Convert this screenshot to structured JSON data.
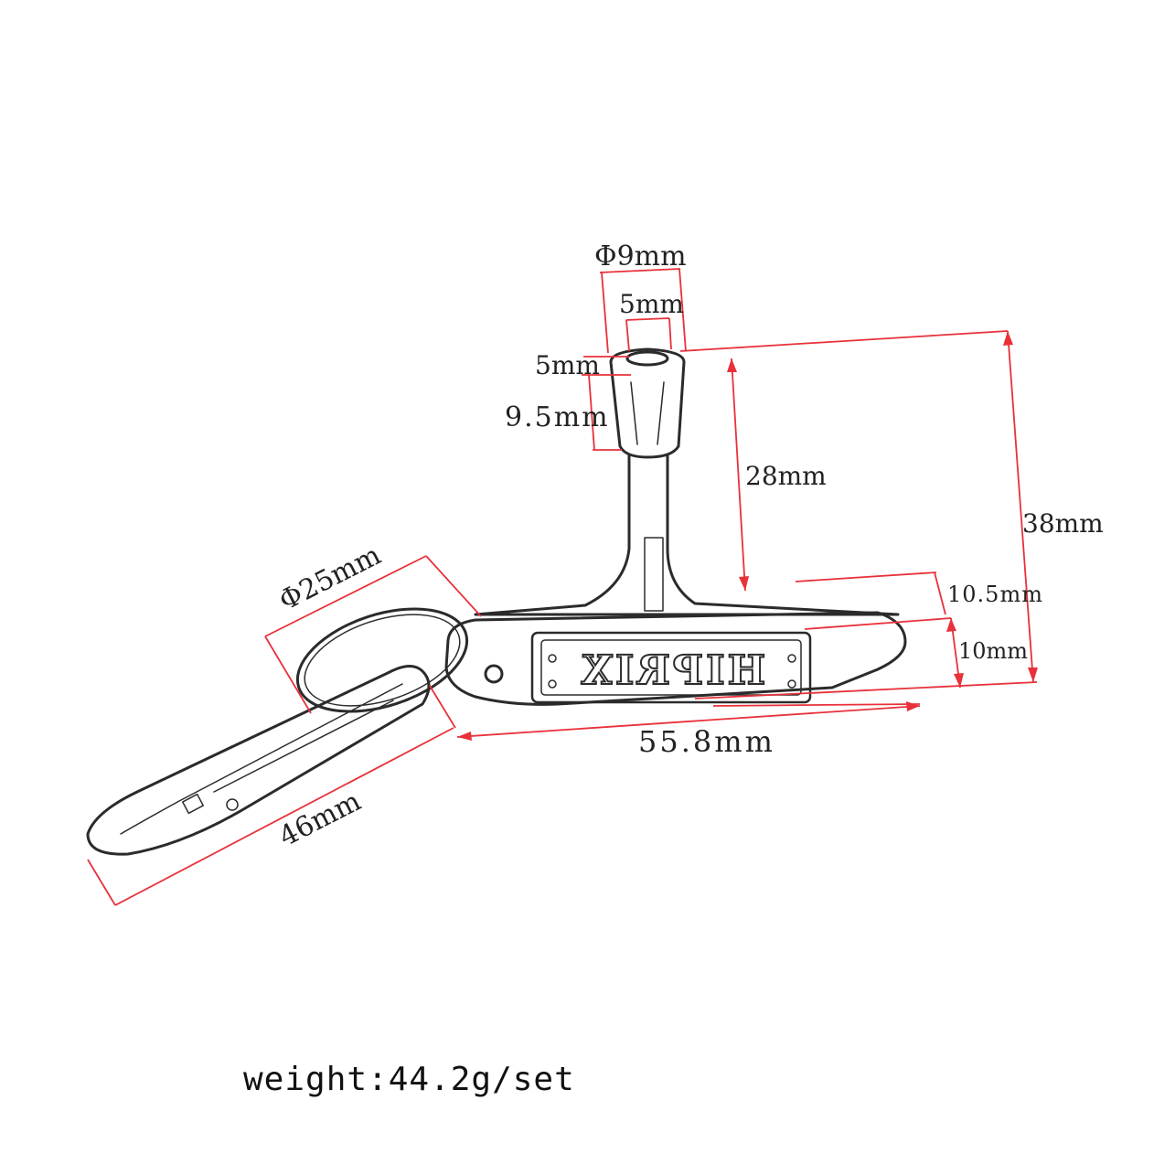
{
  "colors": {
    "dimension_line": "#e8313a",
    "sketch": "#2b2b2b",
    "background": "#ffffff"
  },
  "dimensions": {
    "socket_outer_diameter": "Φ9mm",
    "socket_inner_width": "5mm",
    "socket_inner_depth": "5mm",
    "socket_length": "9.5mm",
    "shaft_length": "28mm",
    "total_height": "38mm",
    "handle_width": "10.5mm",
    "handle_thickness": "10mm",
    "handle_length": "55.8mm",
    "ring_diameter": "Φ25mm",
    "clip_length": "46mm"
  },
  "brand": "HIPRIX",
  "weight_text": "weight:44.2g/set"
}
